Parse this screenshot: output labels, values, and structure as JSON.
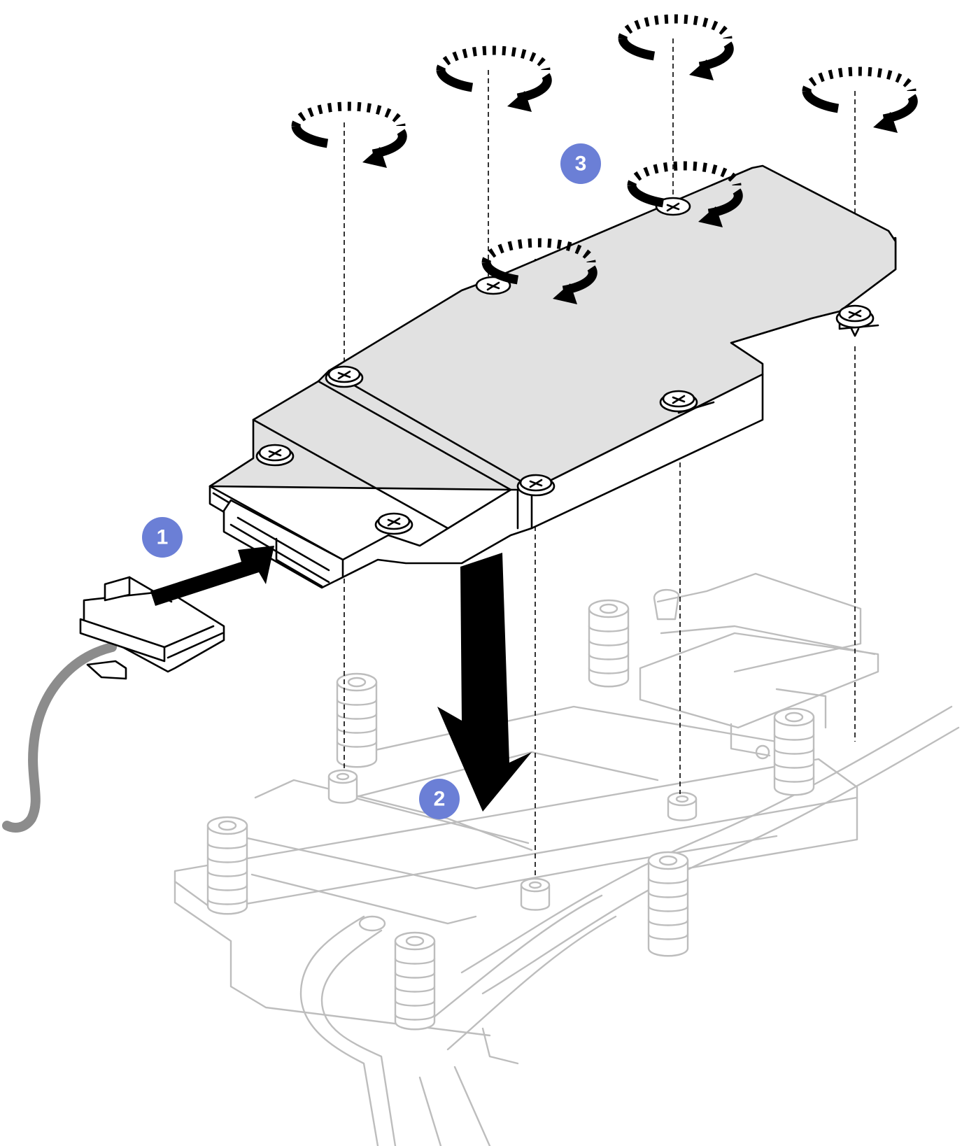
{
  "figure": {
    "callouts": [
      {
        "number": "1",
        "color": "#6b7fd6"
      },
      {
        "number": "2",
        "color": "#6b7fd6"
      },
      {
        "number": "3",
        "color": "#6b7fd6"
      }
    ],
    "colors": {
      "ink": "#000000",
      "ghost_lines": "#bdbdbd",
      "plate_fill": "#e1e1e1",
      "cable": "#8c8c8c"
    },
    "icons": {
      "insert_arrow": "arrow-right-icon",
      "lower_arrow": "arrow-down-icon",
      "rotation": "clockwise-rotation-icon"
    }
  }
}
